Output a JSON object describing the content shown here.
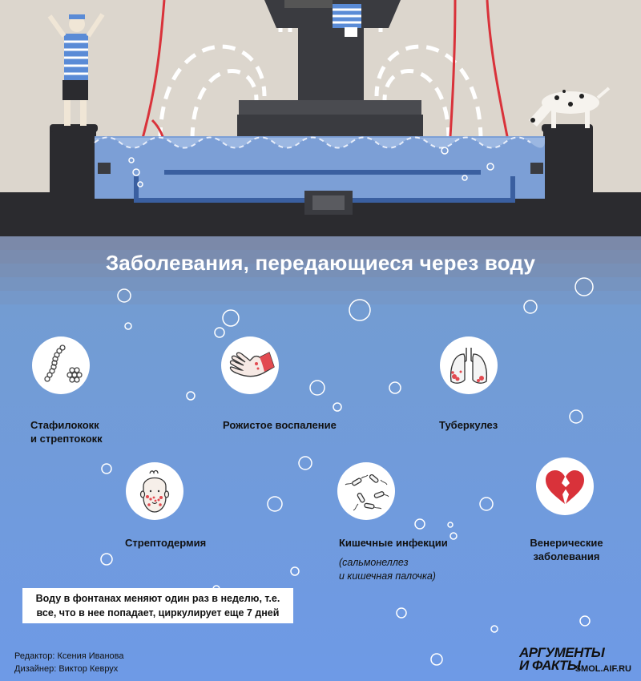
{
  "title": "Заболевания, передающиеся через воду",
  "diseases": [
    {
      "name": "Стафилококк\nи стрептококк",
      "icon": "bacteria-chain-icon"
    },
    {
      "name": "Рожистое воспаление",
      "icon": "inflamed-hand-icon"
    },
    {
      "name": "Туберкулез",
      "icon": "lungs-icon"
    },
    {
      "name": "Стрептодермия",
      "icon": "rash-face-icon"
    },
    {
      "name": "Кишечные инфекции",
      "icon": "intestinal-bacteria-icon",
      "note": "(сальмонеллез\nи кишечная палочка)"
    },
    {
      "name": "Венерические\nзаболевания",
      "icon": "broken-heart-icon"
    }
  ],
  "water_fact": "Воду в фонтанах меняют один раз в неделю, т.е.\nвсе, что в нее попадает, циркулирует еще 7 дней",
  "credits": {
    "editor": "Редактор: Ксения Иванова",
    "designer": "Дизайнер: Виктор Кеврух"
  },
  "logo": {
    "brand": "АРГУМЕНТЫ\nИ ФАКТЫ",
    "url": "SMOL.AIF.RU"
  },
  "colors": {
    "sky": "#dcd6cd",
    "stone": "#2b2b2f",
    "water": "#7c9fd6",
    "pool_bg": "#6e9ae6",
    "red_accent": "#d9323a"
  }
}
